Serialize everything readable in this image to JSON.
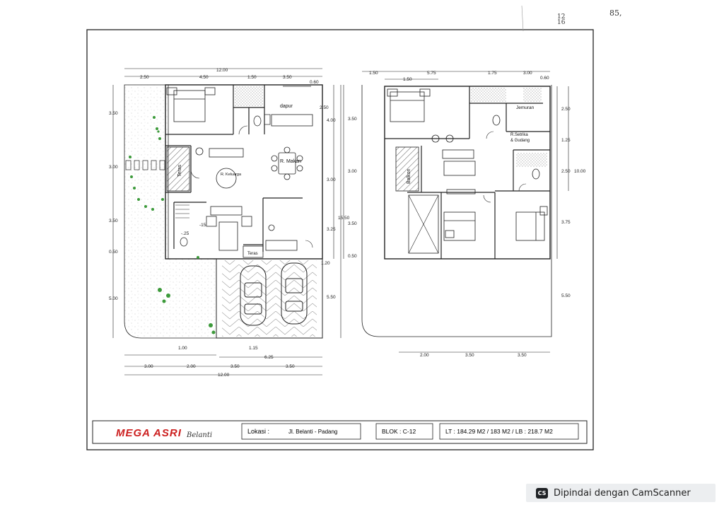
{
  "handwritten": {
    "note_a": "12",
    "note_b": "16",
    "note_c": "85,"
  },
  "ground_floor": {
    "top_dims": [
      "12.00",
      "2.50",
      "4.50",
      "1.50",
      "3.50",
      "0.60"
    ],
    "left_dims": [
      "3.50",
      "3.00",
      "3.50",
      "0.50",
      "5.00"
    ],
    "right_dims": [
      "2.50",
      "4.00",
      "3.00",
      "3.25",
      "15.50",
      "1.20",
      "5.50"
    ],
    "bottom_dims": [
      "1.00",
      "1.15",
      "6.25",
      "3.00",
      "2.00",
      "3.50",
      "3.50",
      "12.00"
    ],
    "small_dims": [
      "-15",
      "-.25"
    ],
    "rooms": {
      "dapur": "dapur",
      "makan": "R. Makan",
      "keluarga": "R. Keluarga",
      "teras_side": "Teras",
      "teras_front": "Teras"
    }
  },
  "upper_floor": {
    "top_dims": [
      "1.50",
      "1.50",
      "5.75",
      "1.75",
      "3.00",
      "0.60"
    ],
    "left_dims": [
      "3.50",
      "3.00",
      "3.50",
      "0.50"
    ],
    "right_dims": [
      "2.50",
      "1.25",
      "2.50",
      "10.00",
      "3.75",
      "5.50"
    ],
    "bottom_dims": [
      "2.00",
      "3.50",
      "3.50"
    ],
    "rooms": {
      "jemuran": "Jemuran",
      "setrika1": "R.Setrika",
      "setrika2": "& Gudang",
      "balkon": "Balkon"
    }
  },
  "title_block": {
    "logo": "MEGA ASRI",
    "logo_script": "Belanti",
    "lokasi_label": "Lokasi :",
    "lokasi_value": "Jl. Belanti - Padang",
    "blok": "BLOK : C-12",
    "areas": "LT : 184.29 M2 / 183 M2 / LB : 218.7 M2"
  },
  "scanner": {
    "icon": "camscanner-logo-icon",
    "logo_text": "CS",
    "text": "Dipindai dengan CamScanner"
  },
  "colors": {
    "logo_red": "#cc1f1f",
    "plant_green": "#3c9a3a",
    "line": "#222222"
  }
}
